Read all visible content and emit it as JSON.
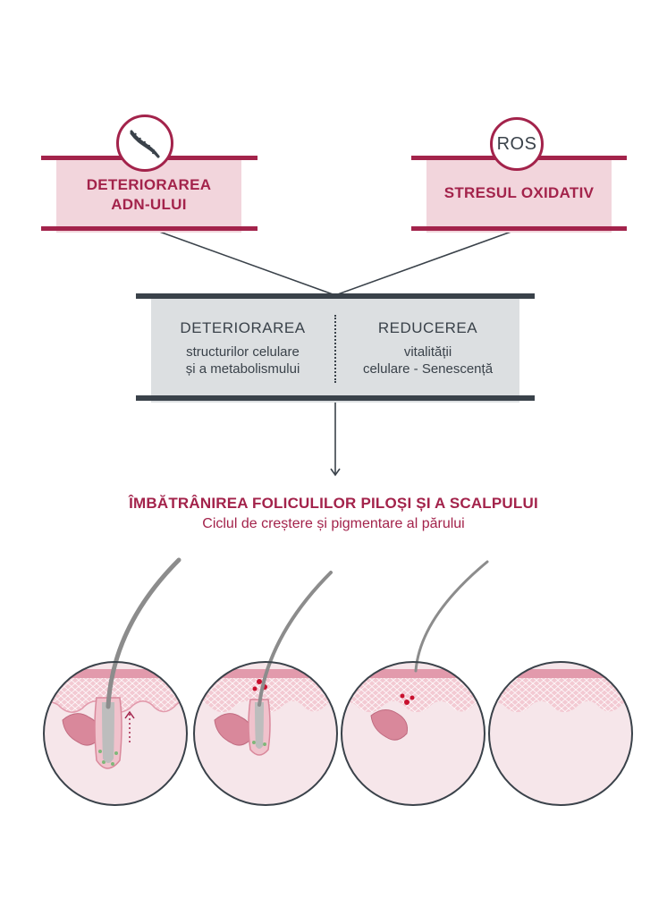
{
  "colors": {
    "crimson": "#a3234b",
    "pink_fill": "#f2d5dc",
    "dark_gray": "#3a424a",
    "light_gray_fill": "#dcdfe1",
    "scalp_pink": "#f0c2cc",
    "skin_pink": "#f6e6ea",
    "hair_gray": "#8c8c8c"
  },
  "icons": {
    "dna": "dna-icon",
    "ros": "ros-icon"
  },
  "top_left": {
    "icon_label": "",
    "line1": "DETERIORAREA",
    "line2": "ADN-ULUI"
  },
  "top_right": {
    "icon_label": "ROS",
    "line1": "STRESUL OXIDATIV"
  },
  "middle": {
    "left_heading": "DETERIORAREA",
    "left_sub1": "structurilor celulare",
    "left_sub2": "și a metabolismului",
    "right_heading": "REDUCEREA",
    "right_sub1": "vitalității",
    "right_sub2": "celulare - Senescență"
  },
  "result": {
    "title": "ÎMBĂTRÂNIREA FOLICULILOR PILOȘI ȘI A SCALPULUI",
    "subtitle": "Ciclul de creștere și pigmentare al părului"
  },
  "stages": [
    {
      "name": "stage-1-healthy-follicle"
    },
    {
      "name": "stage-2-aging-follicle"
    },
    {
      "name": "stage-3-miniaturized-follicle"
    },
    {
      "name": "stage-4-no-follicle"
    }
  ]
}
